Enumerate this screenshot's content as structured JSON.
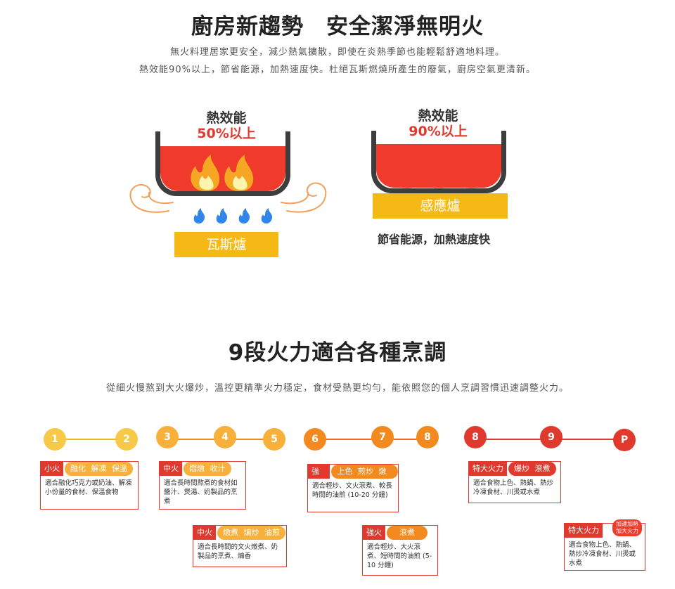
{
  "section1": {
    "title": "廚房新趨勢　安全潔淨無明火",
    "line1": "無火料理居家更安全，減少熱氣擴散，即使在炎熱季節也能輕鬆舒適地料理。",
    "line2": "熱效能90%以上，節省能源，加熱速度快。杜絕瓦斯燃燒所產生的廢氣，廚房空氣更清新。",
    "gas": {
      "label1": "熱效能",
      "label2": "50%以上",
      "badge": "瓦斯爐"
    },
    "induction": {
      "label1": "熱效能",
      "label2": "90%以上",
      "badge": "感應爐",
      "caption": "節省能源，加熱速度快"
    }
  },
  "section2": {
    "title": "9段火力適合各種烹調",
    "subtitle": "從細火慢熬到大火爆炒，溫控更精準火力穩定，食材受熱更均勻，能依照您的個人烹調習慣迅速調整火力。",
    "levels": [
      "1",
      "2",
      "3",
      "4",
      "5",
      "6",
      "7",
      "8",
      "9",
      "P"
    ],
    "cards": [
      {
        "tag": "小火",
        "pill": "融化 解凍 保溫",
        "body": "適合融化巧克力或奶油、解凍小份量的食材、保溫食物"
      },
      {
        "tag": "中火",
        "pill": "悶燉 收汁",
        "body": "適合長時間熬煮的食材如醬汁、煲湯、奶製品的烹煮"
      },
      {
        "tag": "強火",
        "pill": "上色 煎炒 燉煮",
        "body": "適合輕炒、文火滾煮、較長時間的油煎 (10-20 分鐘)"
      },
      {
        "tag": "特大火力",
        "pill": "爆炒 滾煮",
        "body": "適合食物上色、熱鍋、熱炒冷凍食材、川燙或水煮"
      },
      {
        "tag": "中火",
        "pill": "燉煮 煸炒 油煎",
        "body": "適合長時間的文火燉煮、奶製品的烹煮、煸香"
      },
      {
        "tag": "強火",
        "pill": "滾煮",
        "body": "適合輕炒、大火滾煮、短時間的油煎 (5-10 分鐘)"
      },
      {
        "tag": "特大火力",
        "chip": "加速加熱\n加大火力",
        "body": "適合食物上色、熱鍋、熱炒冷凍食材、川燙或水煮"
      }
    ]
  },
  "colors": {
    "red": "#ef3a2c",
    "yellow": "#f5b916",
    "orange": "#f38a1f",
    "dark": "#3d3d3d"
  },
  "icons": [
    "flame-icon",
    "blue-flame-icon",
    "steam-swirl-icon"
  ]
}
